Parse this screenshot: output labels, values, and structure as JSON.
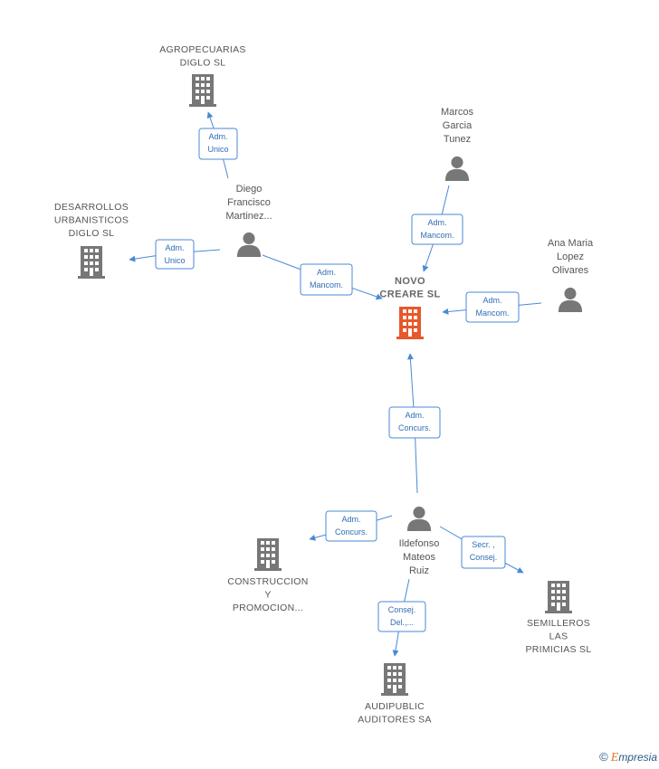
{
  "colors": {
    "edge": "#4a8ad4",
    "company_icon": "#777777",
    "main_company_icon": "#e8582a",
    "person_icon": "#777777",
    "relation_text": "#2f6db5"
  },
  "nodes": [
    {
      "id": "novo",
      "type": "company-main",
      "lines": [
        "NOVO",
        "CREARE SL"
      ]
    },
    {
      "id": "agro",
      "type": "company",
      "lines": [
        "AGROPECUARIAS",
        "DIGLO SL"
      ]
    },
    {
      "id": "desarrollos",
      "type": "company",
      "lines": [
        "DESARROLLOS",
        "URBANISTICOS",
        "DIGLO SL"
      ]
    },
    {
      "id": "diego",
      "type": "person",
      "lines": [
        "Diego",
        "Francisco",
        "Martinez..."
      ]
    },
    {
      "id": "marcos",
      "type": "person",
      "lines": [
        "Marcos",
        "Garcia",
        "Tunez"
      ]
    },
    {
      "id": "ana",
      "type": "person",
      "lines": [
        "Ana Maria",
        "Lopez",
        "Olivares"
      ]
    },
    {
      "id": "ildefonso",
      "type": "person",
      "lines": [
        "Ildefonso",
        "Mateos",
        "Ruiz"
      ]
    },
    {
      "id": "construccion",
      "type": "company",
      "lines": [
        "CONSTRUCCION",
        "Y",
        "PROMOCION..."
      ]
    },
    {
      "id": "semilleros",
      "type": "company",
      "lines": [
        "SEMILLEROS",
        "LAS",
        "PRIMICIAS SL"
      ]
    },
    {
      "id": "audipublic",
      "type": "company",
      "lines": [
        "AUDIPUBLIC",
        "AUDITORES SA"
      ]
    }
  ],
  "relations": [
    {
      "id": "diego-agro",
      "lines": [
        "Adm.",
        "Unico"
      ]
    },
    {
      "id": "diego-desarrollos",
      "lines": [
        "Adm.",
        "Unico"
      ]
    },
    {
      "id": "diego-novo",
      "lines": [
        "Adm.",
        "Mancom."
      ]
    },
    {
      "id": "marcos-novo",
      "lines": [
        "Adm.",
        "Mancom."
      ]
    },
    {
      "id": "ana-novo",
      "lines": [
        "Adm.",
        "Mancom."
      ]
    },
    {
      "id": "ildefonso-novo",
      "lines": [
        "Adm.",
        "Concurs."
      ]
    },
    {
      "id": "ildefonso-construccion",
      "lines": [
        "Adm.",
        "Concurs."
      ]
    },
    {
      "id": "ildefonso-semilleros",
      "lines": [
        "Secr. ,",
        "Consej."
      ]
    },
    {
      "id": "ildefonso-audipublic",
      "lines": [
        "Consej.",
        "Del.,..."
      ]
    }
  ],
  "footer": {
    "copyright": "©",
    "brand_initial": "E",
    "brand_rest": "mpresia"
  }
}
